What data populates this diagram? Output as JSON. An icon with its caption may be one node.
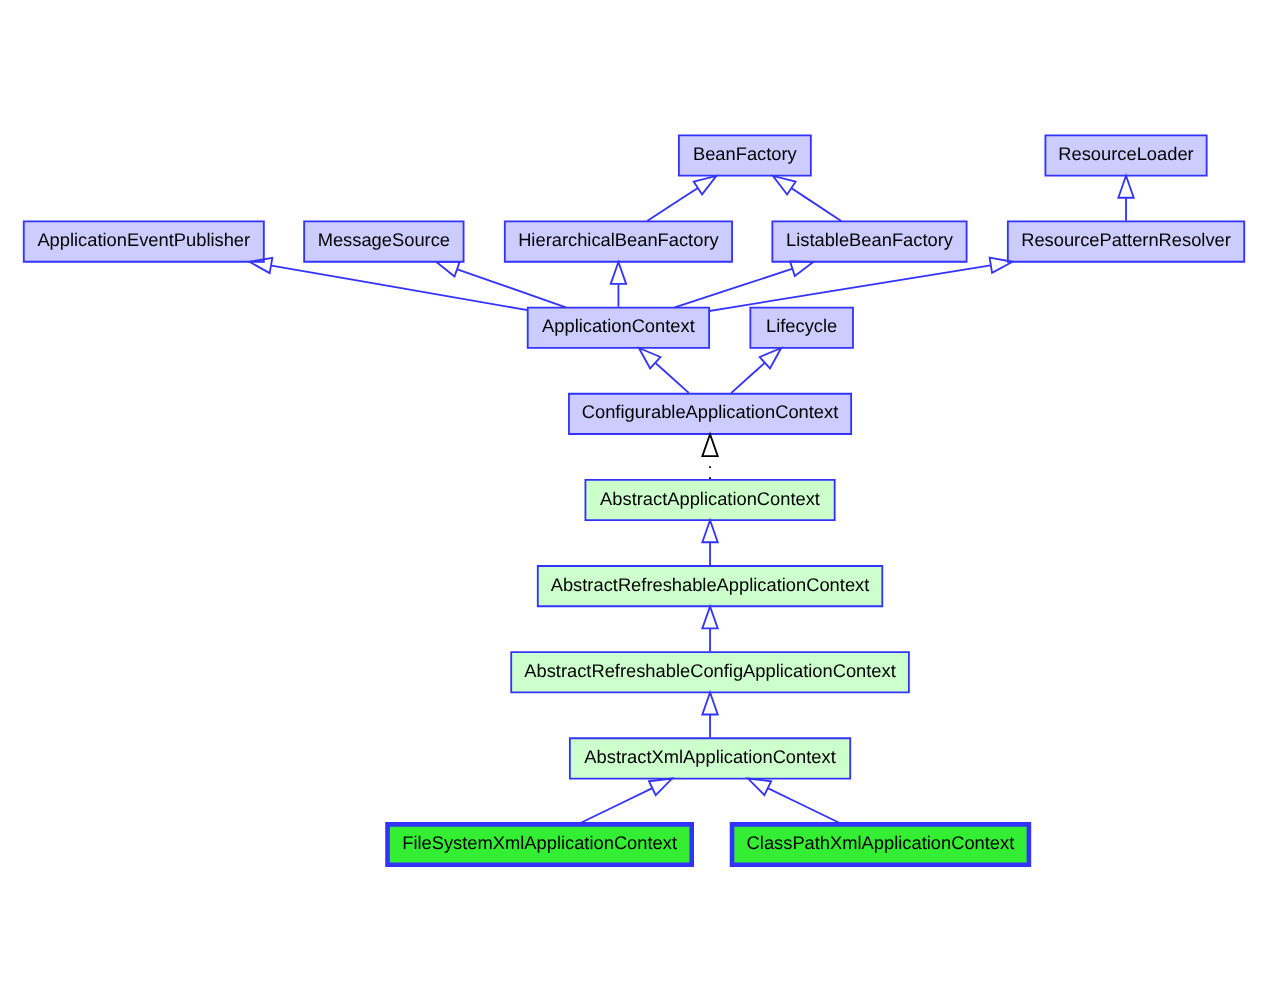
{
  "diagram": {
    "nodes": [
      {
        "text": [
          "ApplicationEventPublisher"
        ]
      },
      {
        "text": [
          "BeanFactory"
        ]
      },
      {
        "text": [
          "MessageSource"
        ]
      },
      {
        "text": [
          "ResourceLoader"
        ]
      },
      {
        "text": [
          "HierarchicalBeanFactory"
        ]
      },
      {
        "text": [
          "ListableBeanFactory"
        ]
      },
      {
        "text": [
          "ResourcePatternResolver"
        ]
      },
      {
        "text": [
          "ApplicationContext"
        ]
      },
      {
        "text": [
          "Lifecycle"
        ]
      },
      {
        "text": [
          "ConfigurableApplicationContext"
        ]
      },
      {
        "text": [
          "AbstractApplicationContext"
        ]
      },
      {
        "text": [
          "AbstractRefreshableApplicationContext"
        ]
      },
      {
        "text": [
          "AbstractRefreshableConfigApplicationContext"
        ]
      },
      {
        "text": [
          "AbstractXmlApplicationContext"
        ]
      },
      {
        "text": [
          "FileSystemXmlApplicationContext"
        ]
      },
      {
        "text": [
          "ClassPathXmlApplicationContext"
        ]
      }
    ],
    "edges": [
      {
        "from": 4,
        "to": 1,
        "arrow": "to"
      },
      {
        "from": 5,
        "to": 1,
        "arrow": "to"
      },
      {
        "from": 6,
        "to": 3,
        "arrow": "to"
      },
      {
        "from": 7,
        "to": 0,
        "arrow": "to"
      },
      {
        "from": 7,
        "to": 2,
        "arrow": "to"
      },
      {
        "from": 7,
        "to": 6,
        "arrow": "to"
      },
      {
        "from": 7,
        "to": 4,
        "arrow": "to"
      },
      {
        "from": 7,
        "to": 5,
        "arrow": "to"
      },
      {
        "from": 9,
        "to": 7,
        "arrow": "to"
      },
      {
        "from": 9,
        "to": 8,
        "arrow": "to"
      },
      {
        "from": 10,
        "to": 9,
        "arrow": "to",
        "style": "dashed",
        "color": "#000000"
      },
      {
        "from": 11,
        "to": 10,
        "arrow": "to"
      },
      {
        "from": 12,
        "to": 11,
        "arrow": "to"
      },
      {
        "from": 13,
        "to": 12,
        "arrow": "to"
      },
      {
        "from": 14,
        "to": 13,
        "arrow": "to"
      },
      {
        "from": 15,
        "to": 13,
        "arrow": "to"
      }
    ]
  }
}
